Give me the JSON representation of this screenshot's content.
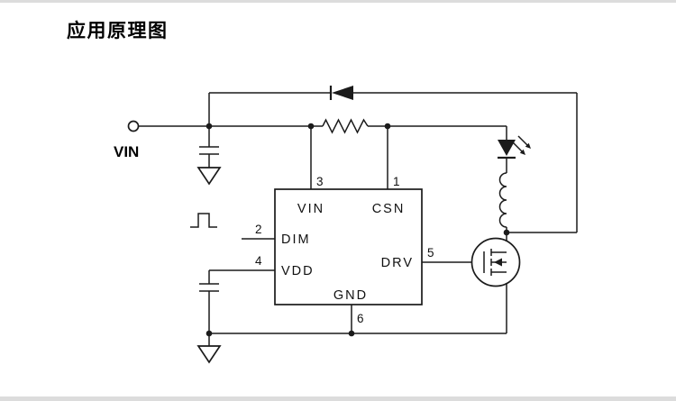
{
  "page": {
    "title": "应用原理图"
  },
  "schematic": {
    "input_label": "VIN",
    "line_color": "#1b1b1b",
    "background_color": "#ffffff",
    "pins": [
      {
        "num": "1",
        "name": "CSN"
      },
      {
        "num": "2",
        "name": "DIM"
      },
      {
        "num": "3",
        "name": "VIN"
      },
      {
        "num": "4",
        "name": "VDD"
      },
      {
        "num": "5",
        "name": "DRV"
      },
      {
        "num": "6",
        "name": "GND"
      }
    ]
  }
}
